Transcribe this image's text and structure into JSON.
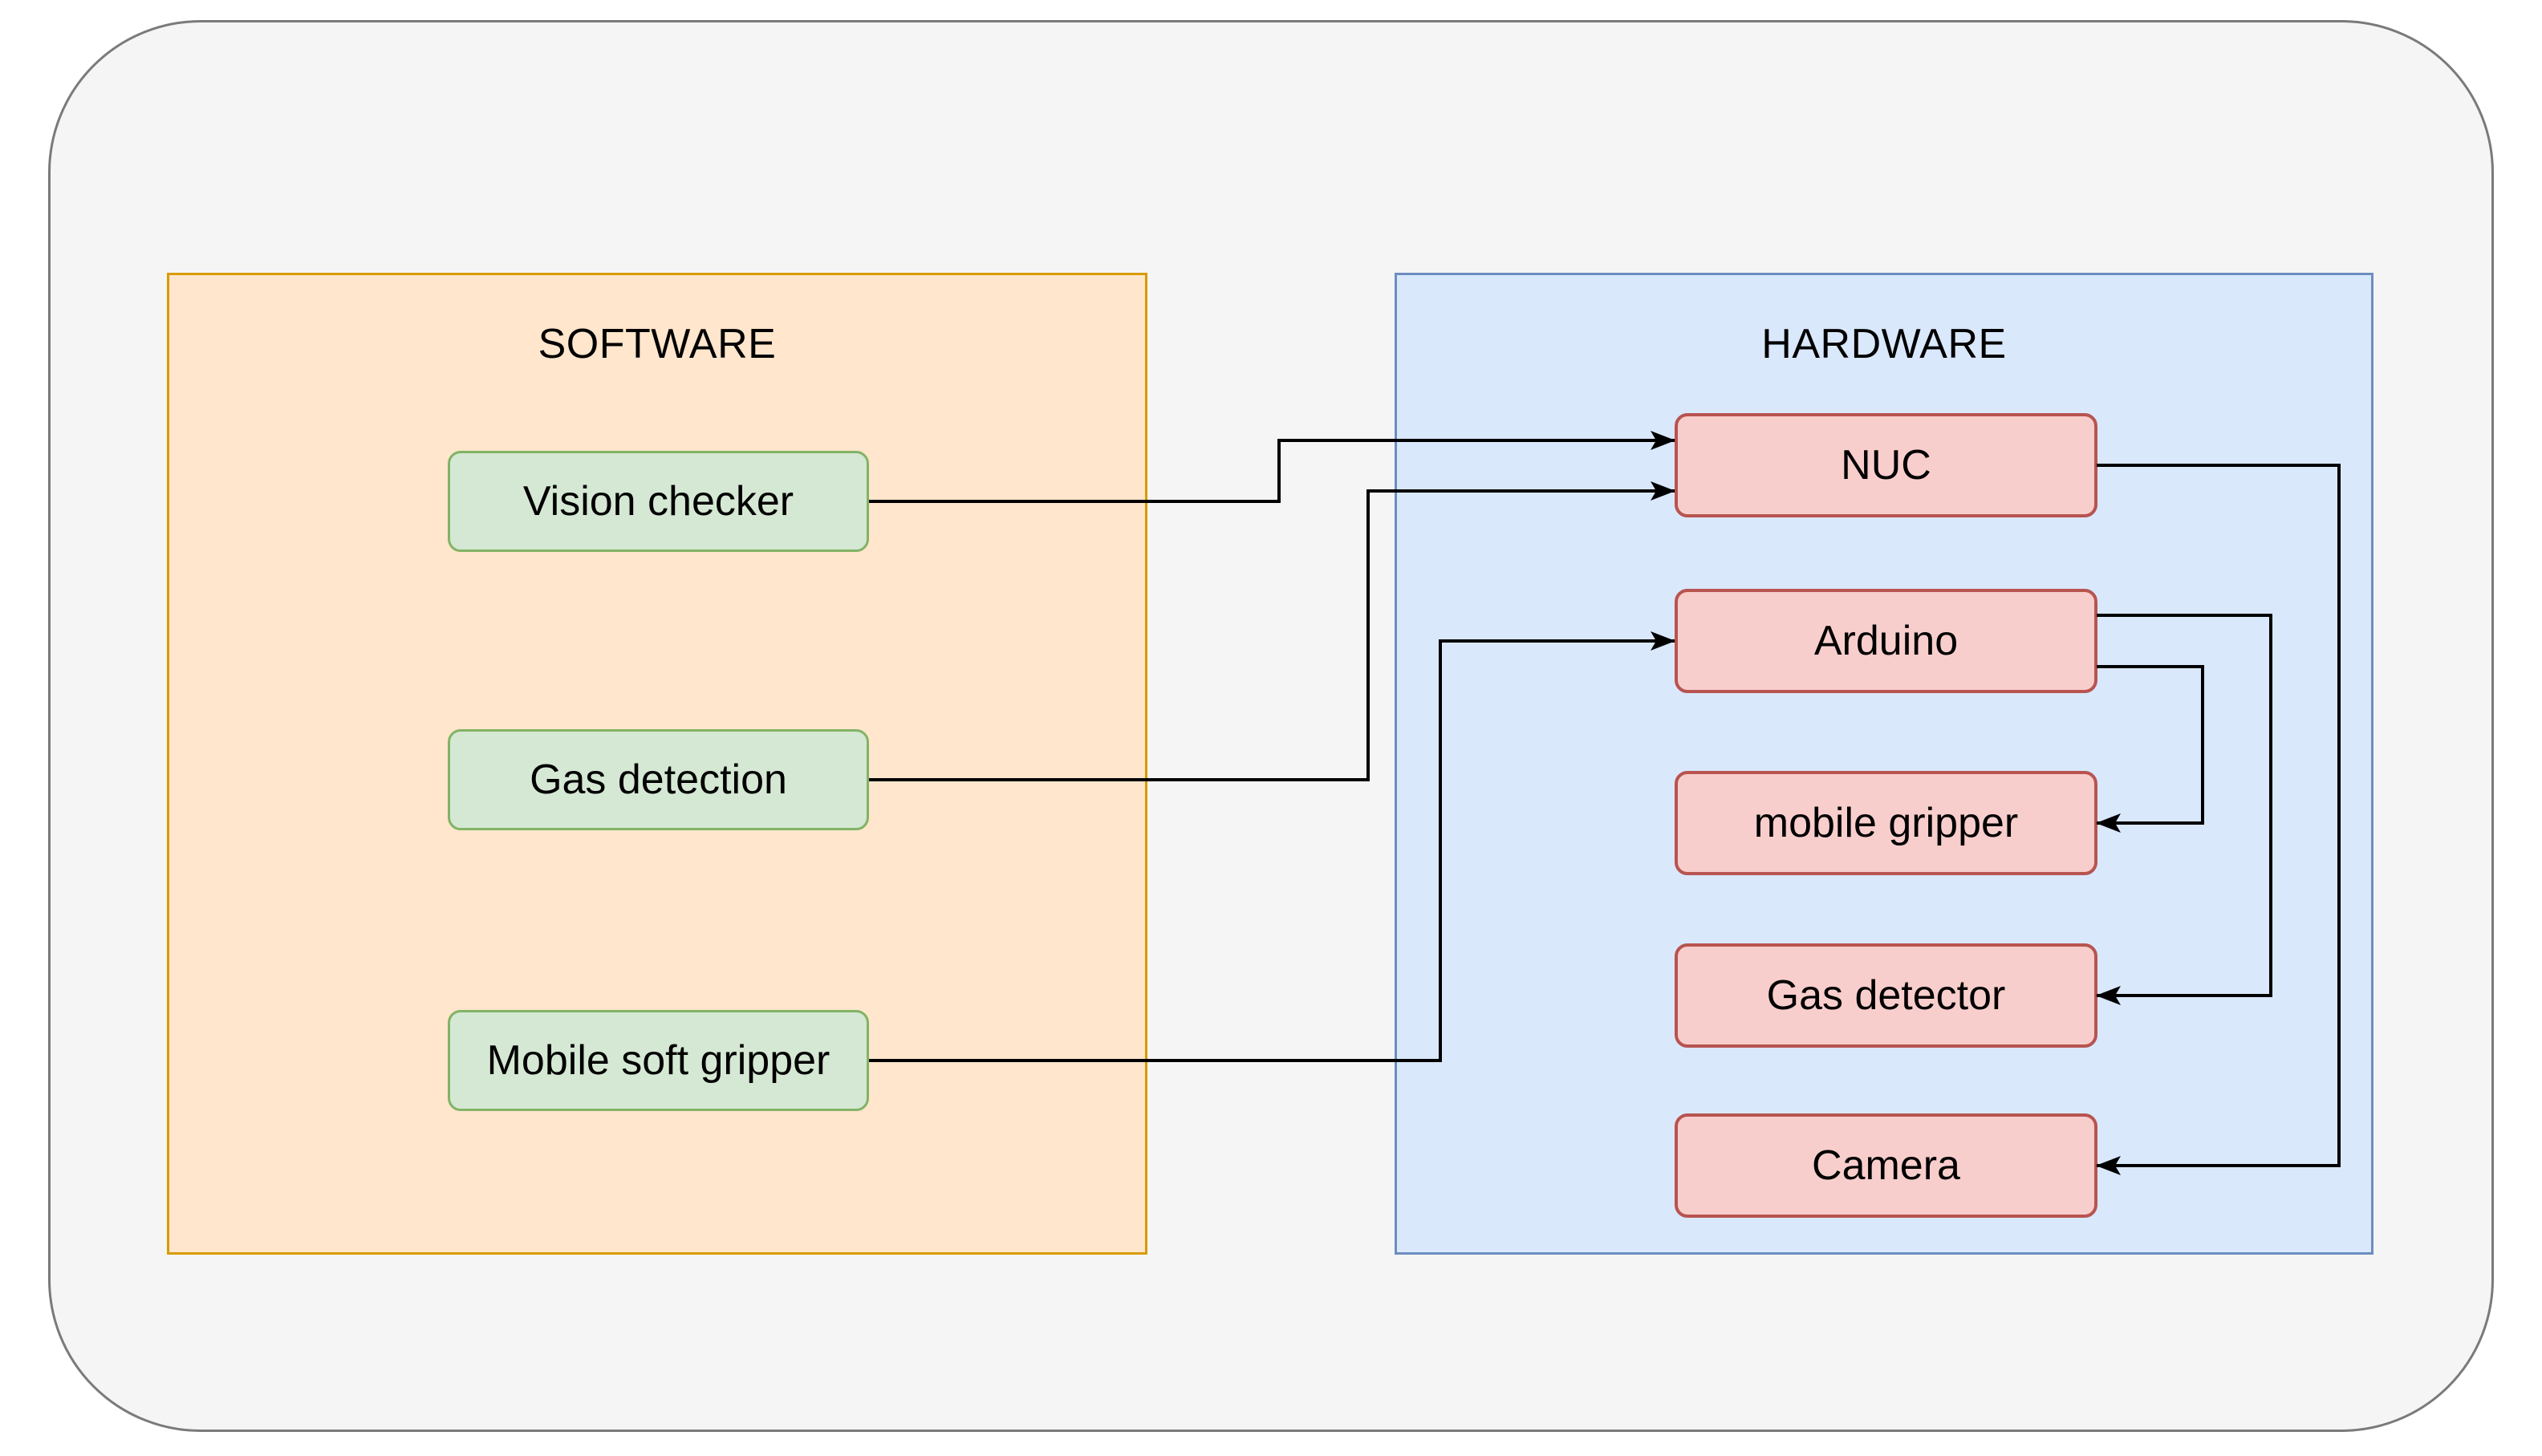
{
  "diagram": {
    "panels": {
      "software": {
        "title": "SOFTWARE",
        "nodes": [
          {
            "id": "vision_checker",
            "label": "Vision checker"
          },
          {
            "id": "gas_detection",
            "label": "Gas detection"
          },
          {
            "id": "mobile_soft_gripper",
            "label": "Mobile soft gripper"
          }
        ]
      },
      "hardware": {
        "title": "HARDWARE",
        "nodes": [
          {
            "id": "nuc",
            "label": "NUC"
          },
          {
            "id": "arduino",
            "label": "Arduino"
          },
          {
            "id": "mobile_gripper",
            "label": "mobile gripper"
          },
          {
            "id": "gas_detector",
            "label": "Gas detector"
          },
          {
            "id": "camera",
            "label": "Camera"
          }
        ]
      }
    },
    "edges": [
      {
        "from": "vision_checker",
        "to": "nuc"
      },
      {
        "from": "gas_detection",
        "to": "nuc"
      },
      {
        "from": "mobile_soft_gripper",
        "to": "arduino"
      },
      {
        "from": "nuc",
        "to": "camera"
      },
      {
        "from": "arduino",
        "to": "mobile_gripper"
      },
      {
        "from": "arduino",
        "to": "gas_detector"
      }
    ],
    "colors": {
      "outer_fill": "#f5f5f5",
      "outer_border": "#7a7a7a",
      "software_fill": "#ffe6cc",
      "software_border": "#d79b00",
      "hardware_fill": "#dae8fc",
      "hardware_border": "#6c8ebf",
      "software_node_fill": "#d5e8d4",
      "software_node_border": "#82b366",
      "hardware_node_fill": "#f8cecc",
      "hardware_node_border": "#b85450",
      "edge_stroke": "#000000",
      "text": "#000000"
    }
  }
}
